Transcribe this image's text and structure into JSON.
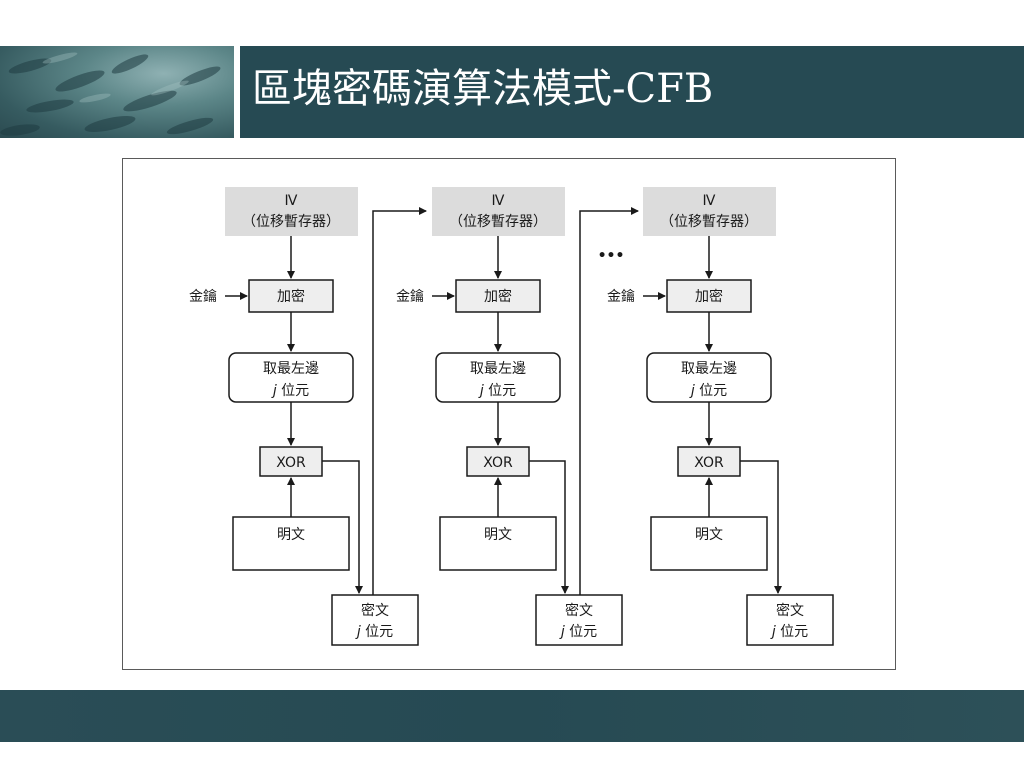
{
  "slide": {
    "title": "區塊密碼演算法模式-CFB"
  },
  "diagram": {
    "stages": [
      {
        "iv_line1": "Ⅳ",
        "iv_line2": "（位移暫存器）",
        "key_label": "金鑰",
        "encrypt_label": "加密",
        "select_line1": "取最左邊",
        "select_var": "j",
        "select_line2": " 位元",
        "xor_label": "XOR",
        "plaintext_label": "明文",
        "ciphertext_line1": "密文",
        "ciphertext_var": "j",
        "ciphertext_line2": " 位元"
      },
      {
        "iv_line1": "Ⅳ",
        "iv_line2": "（位移暫存器）",
        "key_label": "金鑰",
        "encrypt_label": "加密",
        "select_line1": "取最左邊",
        "select_var": "j",
        "select_line2": " 位元",
        "xor_label": "XOR",
        "plaintext_label": "明文",
        "ciphertext_line1": "密文",
        "ciphertext_var": "j",
        "ciphertext_line2": " 位元"
      },
      {
        "iv_line1": "Ⅳ",
        "iv_line2": "（位移暫存器）",
        "key_label": "金鑰",
        "encrypt_label": "加密",
        "select_line1": "取最左邊",
        "select_var": "j",
        "select_line2": " 位元",
        "xor_label": "XOR",
        "plaintext_label": "明文",
        "ciphertext_line1": "密文",
        "ciphertext_var": "j",
        "ciphertext_line2": " 位元"
      }
    ],
    "ellipsis": "•••"
  },
  "colors": {
    "header_bg": "#264a53",
    "box_gray": "#dcdcdc",
    "box_light": "#eeeeee",
    "line": "#1a1a1a"
  }
}
